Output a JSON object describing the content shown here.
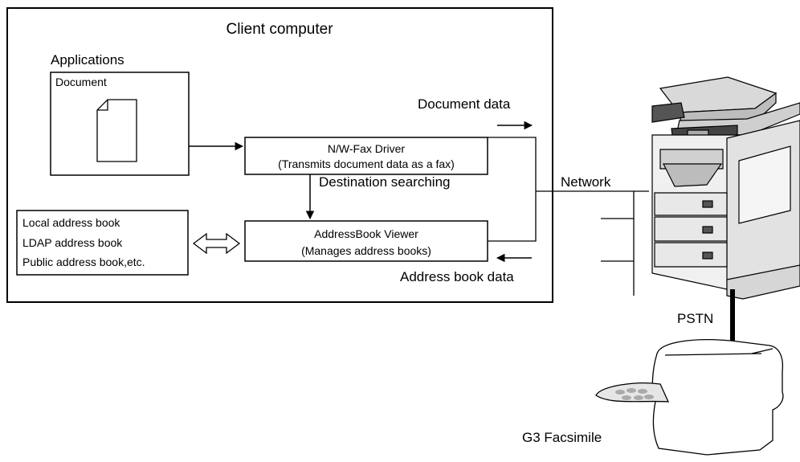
{
  "client_box": {
    "title": "Client computer",
    "applications_label": "Applications",
    "document_label": "Document"
  },
  "fax_driver": {
    "name": "N/W-Fax Driver",
    "description": "(Transmits document data as a fax)"
  },
  "address_viewer": {
    "name": "AddressBook Viewer",
    "description": "(Manages address books)"
  },
  "address_books": [
    "Local address book",
    "LDAP address book",
    "Public address book,etc."
  ],
  "flow_labels": {
    "document_data": "Document data",
    "destination_searching": "Destination searching",
    "address_book_data": "Address book data",
    "network": "Network",
    "pstn": "PSTN"
  },
  "devices": {
    "facsimile": "G3 Facsimile"
  }
}
